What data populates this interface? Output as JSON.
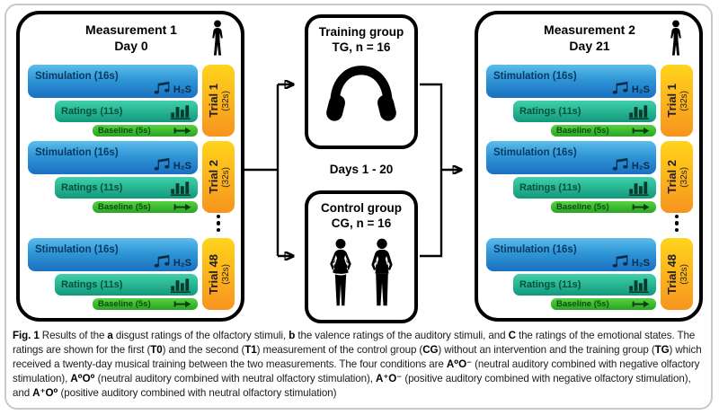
{
  "figure": {
    "panels": [
      {
        "title": "Measurement 1",
        "subtitle": "Day 0",
        "trials": [
          {
            "label": "Trial 1",
            "duration": "(32s)"
          },
          {
            "label": "Trial 2",
            "duration": "(32s)"
          },
          {
            "label": "Trial 48",
            "duration": "(32s)"
          }
        ]
      },
      {
        "title": "Measurement 2",
        "subtitle": "Day 21",
        "trials": [
          {
            "label": "Trial 1",
            "duration": "(32s)"
          },
          {
            "label": "Trial 2",
            "duration": "(32s)"
          },
          {
            "label": "Trial 48",
            "duration": "(32s)"
          }
        ]
      }
    ],
    "blocks": {
      "stimulation": "Stimulation (16s)",
      "ratings": "Ratings (11s)",
      "baseline": "Baseline (5s)",
      "h2s": "H₂S"
    },
    "middle": {
      "training_title": "Training group",
      "training_subtitle": "TG, n = 16",
      "days": "Days 1 - 20",
      "control_title": "Control group",
      "control_subtitle": "CG, n = 16"
    },
    "icons": {
      "panel_corner": "person-silhouette",
      "stimulation": [
        "beamed-music-notes",
        "H₂S odor label"
      ],
      "ratings": "bar-chart",
      "baseline": "right-arrow",
      "training": "headphones",
      "control": [
        "woman-silhouette",
        "man-silhouette"
      ]
    },
    "colors": {
      "stimulation_top": "#5cbdec",
      "stimulation_bottom": "#1a70c0",
      "ratings_top": "#3fd0ab",
      "ratings_bottom": "#12997c",
      "baseline_top": "#55d23e",
      "baseline_bottom": "#2aa426",
      "trial_tag_top": "#ffd41c",
      "trial_tag_bottom": "#f7941e",
      "panel_border": "#000000",
      "card_border": "#c9c9c9"
    }
  },
  "caption": {
    "segments": [
      {
        "t": "Fig. 1",
        "b": true
      },
      {
        "t": "  Results of the ",
        "b": false
      },
      {
        "t": "a",
        "b": true
      },
      {
        "t": " disgust ratings of the olfactory stimuli, ",
        "b": false
      },
      {
        "t": "b",
        "b": true
      },
      {
        "t": " the valence ratings of the auditory stimuli, and ",
        "b": false
      },
      {
        "t": "C",
        "b": true
      },
      {
        "t": " the ratings of the emotional states. The ratings are shown for the first (",
        "b": false
      },
      {
        "t": "T0",
        "b": true
      },
      {
        "t": ") and the second (",
        "b": false
      },
      {
        "t": "T1",
        "b": true
      },
      {
        "t": ") measurement of the control group (",
        "b": false
      },
      {
        "t": "CG",
        "b": true
      },
      {
        "t": ") without an intervention and the training group (",
        "b": false
      },
      {
        "t": "TG",
        "b": true
      },
      {
        "t": ") which received a twenty-day musical training between the two measurements. The four conditions are ",
        "b": false
      },
      {
        "t": "A⁰O⁻",
        "b": true
      },
      {
        "t": " (neutral auditory combined with negative olfactory stimulation), ",
        "b": false
      },
      {
        "t": "A⁰O⁰",
        "b": true
      },
      {
        "t": " (neutral auditory combined with neutral olfactory stimulation), ",
        "b": false
      },
      {
        "t": "A⁺O⁻",
        "b": true
      },
      {
        "t": " (positive auditory combined with negative olfactory stimulation), and ",
        "b": false
      },
      {
        "t": "A⁺O⁰",
        "b": true
      },
      {
        "t": " (positive auditory combined with neutral olfactory stimulation)",
        "b": false
      }
    ]
  }
}
